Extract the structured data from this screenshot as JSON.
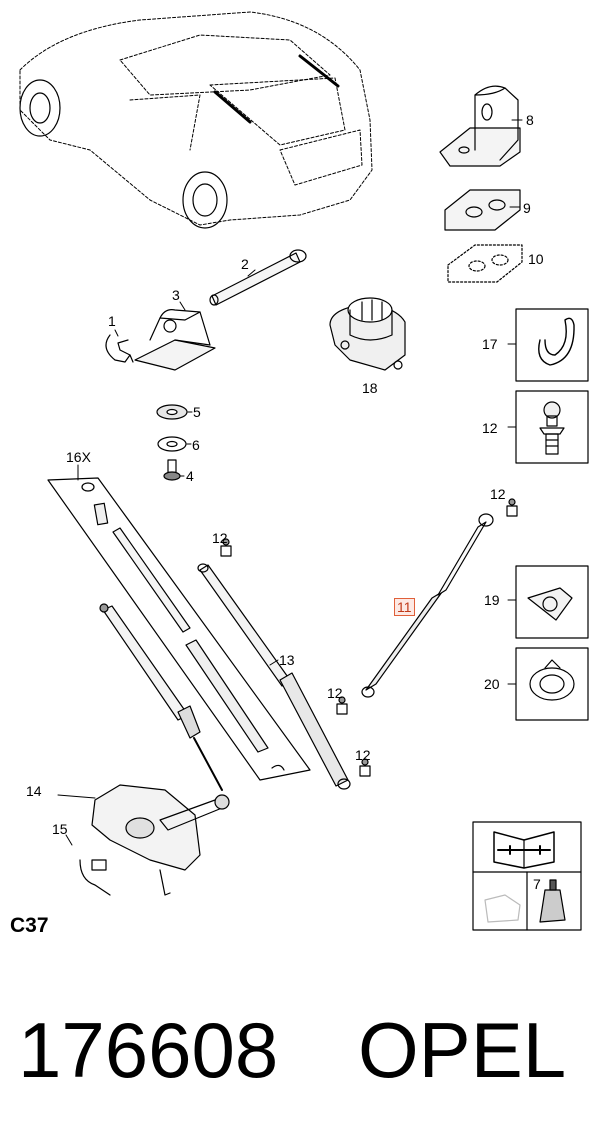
{
  "callouts": {
    "c1": "1",
    "c2": "2",
    "c3": "3",
    "c4": "4",
    "c5": "5",
    "c6": "6",
    "c7": "7",
    "c8": "8",
    "c9": "9",
    "c10": "10",
    "c11": "11",
    "c12a": "12",
    "c12b": "12",
    "c12c": "12",
    "c12d": "12",
    "c12e": "12",
    "c13": "13",
    "c14": "14",
    "c15": "15",
    "c16x": "16X",
    "c17": "17",
    "c18": "18",
    "c19": "19",
    "c20": "20"
  },
  "section_code": "C37",
  "footer": {
    "part_number": "176608",
    "brand": "OPEL"
  },
  "colors": {
    "line": "#000000",
    "shade": "#d9d9d9",
    "highlight": "#e0603a"
  }
}
